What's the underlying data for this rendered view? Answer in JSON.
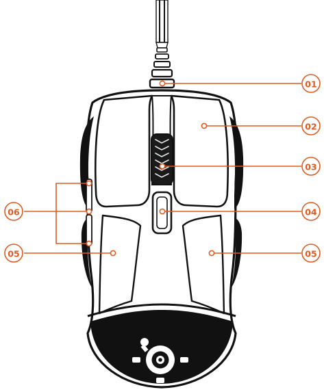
{
  "accent_color": "#e05a1f",
  "mouse_color": "#111111",
  "callouts": [
    {
      "id": "01",
      "label": "01"
    },
    {
      "id": "02",
      "label": "02"
    },
    {
      "id": "03",
      "label": "03"
    },
    {
      "id": "04",
      "label": "04"
    },
    {
      "id": "05r",
      "label": "05"
    },
    {
      "id": "05l",
      "label": "05"
    },
    {
      "id": "06",
      "label": "06"
    }
  ],
  "logo_icon": "steelseries-logo-icon"
}
